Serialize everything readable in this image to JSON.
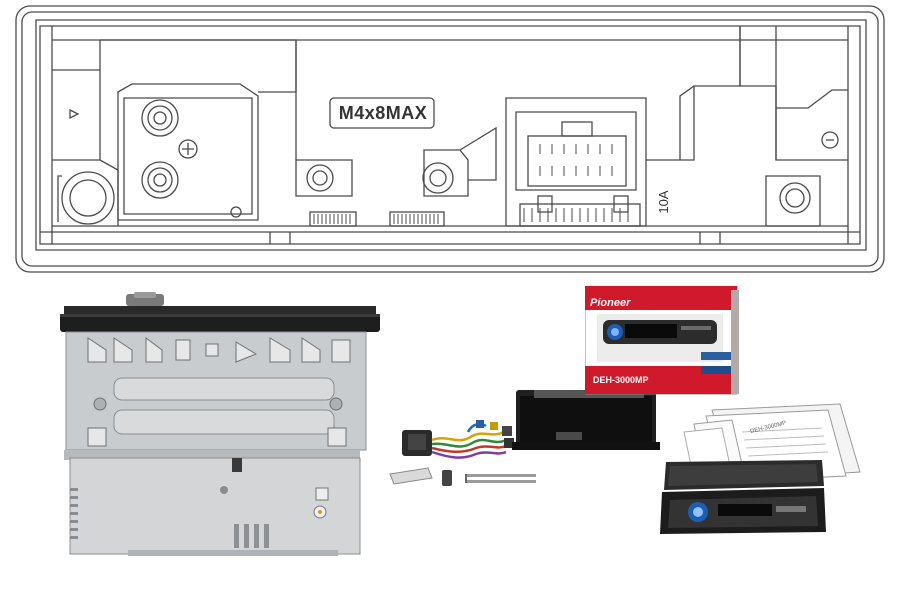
{
  "diagram": {
    "screw_label": "M4x8MAX",
    "fuse_label": "10A"
  },
  "package_box": {
    "brand": "Pioneer",
    "model": "DEH-3000MP"
  },
  "manual": {
    "cover_text": "DEH-3000MP"
  },
  "colors": {
    "box_red": "#d0192a",
    "line_art": "#4a4a4a",
    "chassis_metal": "#c9cccf",
    "faceplate_black": "#1e1e1e"
  }
}
